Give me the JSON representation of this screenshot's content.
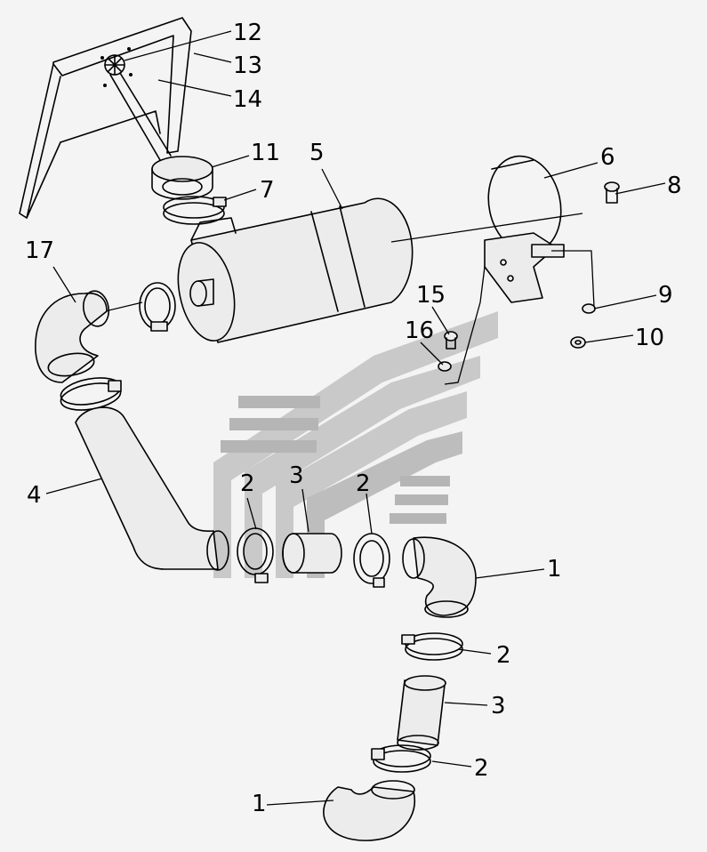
{
  "diagram": {
    "callouts": [
      {
        "id": "c12",
        "label": "12"
      },
      {
        "id": "c13",
        "label": "13"
      },
      {
        "id": "c14",
        "label": "14"
      },
      {
        "id": "c11",
        "label": "11"
      },
      {
        "id": "c7",
        "label": "7"
      },
      {
        "id": "c5",
        "label": "5"
      },
      {
        "id": "c6",
        "label": "6"
      },
      {
        "id": "c8",
        "label": "8"
      },
      {
        "id": "c17",
        "label": "17"
      },
      {
        "id": "c15",
        "label": "15"
      },
      {
        "id": "c16",
        "label": "16"
      },
      {
        "id": "c9",
        "label": "9"
      },
      {
        "id": "c10",
        "label": "10"
      },
      {
        "id": "c4",
        "label": "4"
      },
      {
        "id": "c2a",
        "label": "2"
      },
      {
        "id": "c3a",
        "label": "3"
      },
      {
        "id": "c2b",
        "label": "2"
      },
      {
        "id": "c1a",
        "label": "1"
      },
      {
        "id": "c2c",
        "label": "2"
      },
      {
        "id": "c3b",
        "label": "3"
      },
      {
        "id": "c2d",
        "label": "2"
      },
      {
        "id": "c1b",
        "label": "1"
      }
    ]
  },
  "colors": {
    "background": "#f4f4f4",
    "line": "#000000",
    "watermark": "#c9c9c9"
  }
}
